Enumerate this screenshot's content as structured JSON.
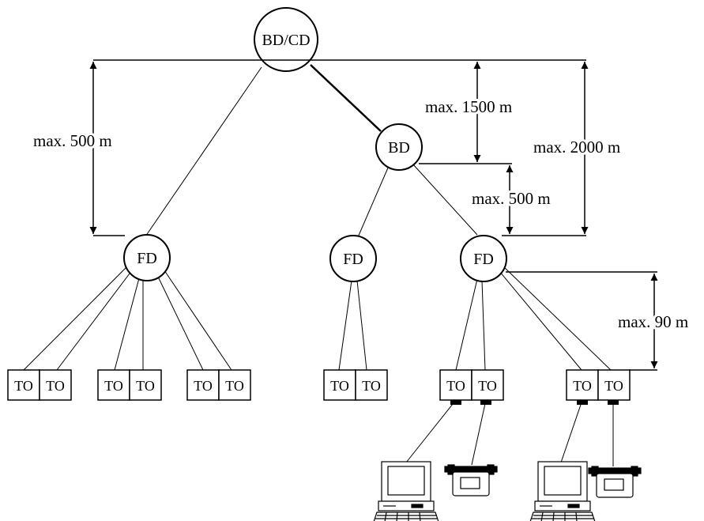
{
  "nodes": {
    "bdcd": "BD/CD",
    "bd": "BD",
    "fd_left": "FD",
    "fd_middle": "FD",
    "fd_right": "FD"
  },
  "outlet_label": "TO",
  "dimensions": {
    "campus_backbone": "max. 500 m",
    "bd_to_bdcd": "max. 1500 m",
    "total_backbone": "max. 2000 m",
    "building_backbone": "max. 500 m",
    "horizontal": "max. 90 m"
  },
  "devices": [
    "computer-icon",
    "telephone-icon",
    "computer-icon",
    "telephone-icon"
  ],
  "colors": {
    "line": "#000000",
    "background": "#ffffff"
  }
}
